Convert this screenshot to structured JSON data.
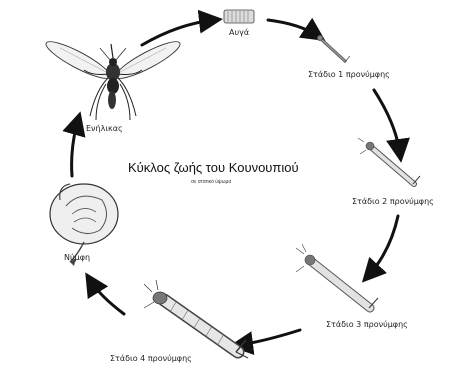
{
  "diagram": {
    "title": "Κύκλος ζωής του Κουνουπιού",
    "subtitle": "σε στατικό ύψωμα",
    "stages": {
      "eggs": "Αυγά",
      "larva1": "Στάδιο 1 προνύμφης",
      "larva2": "Στάδιο 2 προνύμφης",
      "larva3": "Στάδιο 3 προνύμφης",
      "larva4": "Στάδιο 4 προνύμφης",
      "pupa": "Νύμφη",
      "adult": "Ενήλικας"
    }
  }
}
